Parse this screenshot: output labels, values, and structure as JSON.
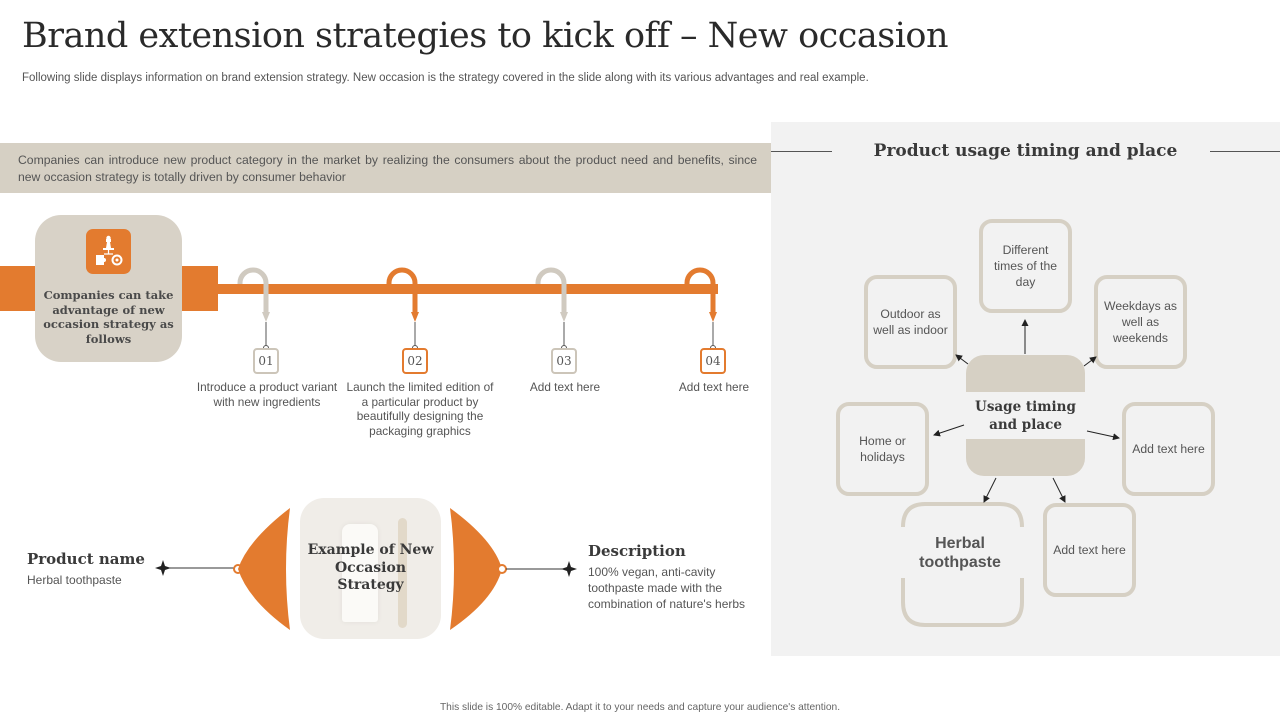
{
  "title": "Brand extension strategies to kick off – New occasion",
  "subtitle": "Following slide displays information on brand extension strategy. New occasion is the strategy covered in the slide along with its various advantages and real example.",
  "banner": "Companies can introduce new product category in the market by realizing the consumers about the product need and benefits, since new occasion strategy is totally driven by consumer behavior",
  "hub": {
    "text": "Companies can take advantage of new occasion strategy as follows",
    "icon": "chess-puzzle-icon"
  },
  "steps": [
    {
      "number": "01",
      "text": "Introduce a product variant with new ingredients"
    },
    {
      "number": "02",
      "text": "Launch the limited edition of a particular product by beautifully designing the packaging graphics"
    },
    {
      "number": "03",
      "text": "Add text here"
    },
    {
      "number": "04",
      "text": "Add text here"
    }
  ],
  "example": {
    "title": "Example of New Occasion Strategy",
    "product_label": "Product name",
    "product_value": "Herbal toothpaste",
    "description_label": "Description",
    "description_value": "100% vegan, anti-cavity toothpaste made with the combination of nature's herbs"
  },
  "panel": {
    "title": "Product usage timing and place",
    "center": "Usage timing and place",
    "nodes": {
      "different_times": "Different times of the day",
      "outdoor": "Outdoor as well as indoor",
      "weekdays": "Weekdays as well as weekends",
      "home": "Home or holidays",
      "add_right": "Add text here",
      "add_bottom": "Add text here",
      "herbal": "Herbal toothpaste"
    }
  },
  "footer": "This slide is 100% editable. Adapt it to your needs and capture your audience's attention.",
  "colors": {
    "accent": "#e37b2f",
    "beige": "#d6d0c4",
    "panel_bg": "#f2f2f2",
    "grey_hook": "#d0cac0"
  }
}
